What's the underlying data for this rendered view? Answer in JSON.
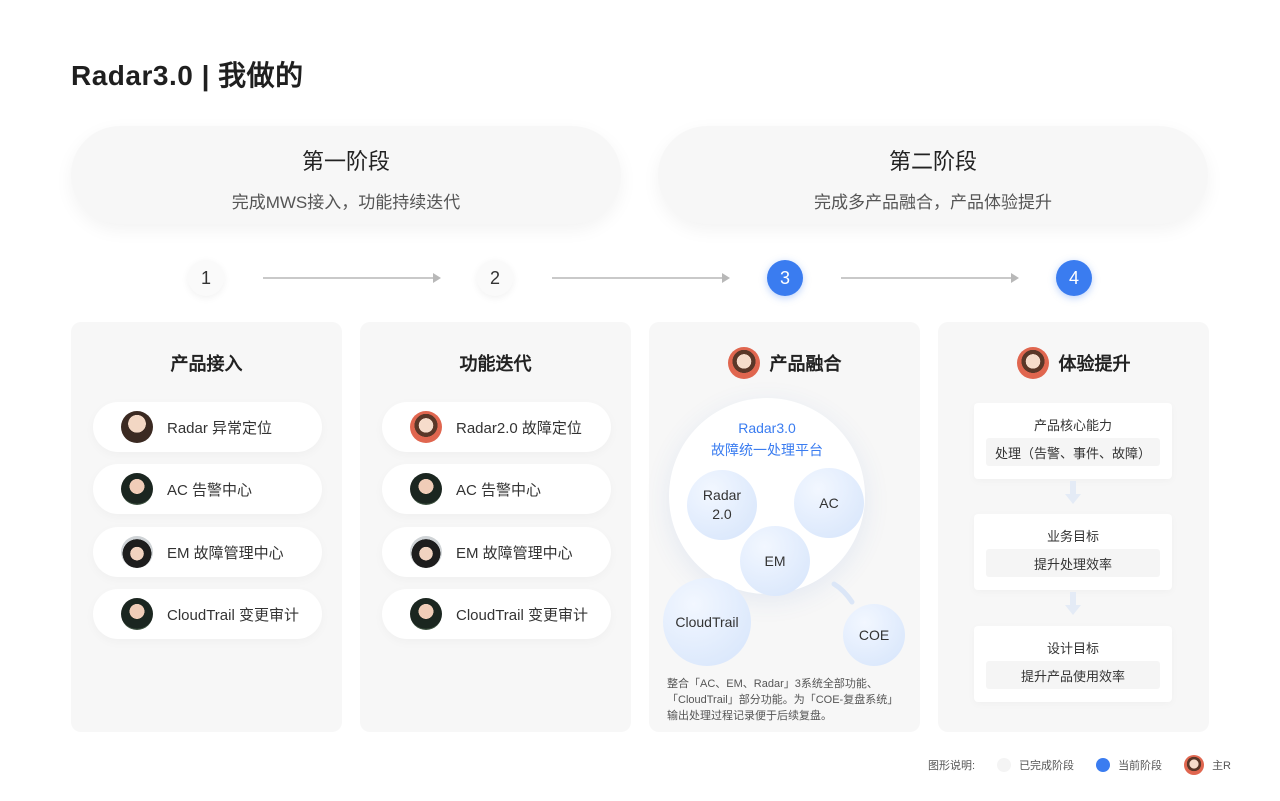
{
  "title": "Radar3.0 | 我做的",
  "stages": [
    {
      "title": "第一阶段",
      "subtitle": "完成MWS接入，功能持续迭代"
    },
    {
      "title": "第二阶段",
      "subtitle": "完成多产品融合，产品体验提升"
    }
  ],
  "steps": [
    "1",
    "2",
    "3",
    "4"
  ],
  "cards": {
    "c1": {
      "title": "产品接入",
      "items": [
        "Radar 异常定位",
        "AC 告警中心",
        "EM 故障管理中心",
        "CloudTrail 变更审计"
      ]
    },
    "c2": {
      "title": "功能迭代",
      "items": [
        "Radar2.0 故障定位",
        "AC 告警中心",
        "EM 故障管理中心",
        "CloudTrail 变更审计"
      ]
    },
    "c3": {
      "title": "产品融合",
      "platform_line1": "Radar3.0",
      "platform_line2": "故障统一处理平台",
      "bubbles": [
        "Radar",
        "2.0",
        "AC",
        "EM",
        "CloudTrail",
        "COE"
      ],
      "note": [
        "整合「AC、EM、Radar」3系统全部功能、",
        "「CloudTrail」部分功能。为「COE-复盘系统」",
        "输出处理过程记录便于后续复盘。"
      ]
    },
    "c4": {
      "title": "体验提升",
      "blocks": [
        {
          "title": "产品核心能力",
          "value": "处理（告警、事件、故障）"
        },
        {
          "title": "业务目标",
          "value": "提升处理效率"
        },
        {
          "title": "设计目标",
          "value": "提升产品使用效率"
        }
      ]
    }
  },
  "legend": {
    "label": "图形说明:",
    "done": "已完成阶段",
    "current": "当前阶段",
    "owner": "主R"
  },
  "colors": {
    "accent": "#3a7cf0",
    "card_bg": "#f7f7f7",
    "done_swatch": "#f4f4f4"
  }
}
